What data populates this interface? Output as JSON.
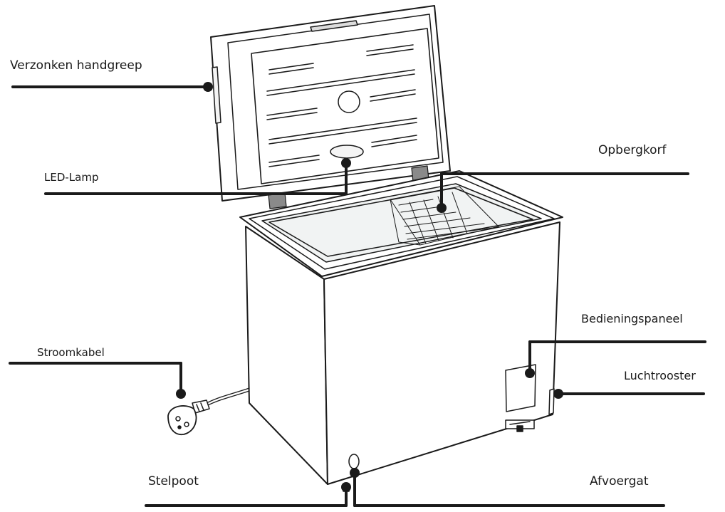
{
  "labels": {
    "handle": "Verzonken handgreep",
    "led": "LED-Lamp",
    "basket": "Opbergkorf",
    "control": "Bedieningspaneel",
    "vent": "Luchtrooster",
    "power": "Stroomkabel",
    "foot": "Stelpoot",
    "drain": "Afvoergat"
  },
  "colors": {
    "line": "#1a1a1a",
    "body_fill": "#ffffff",
    "interior": "#f1f3f3",
    "hinge": "#8a8a8a"
  }
}
